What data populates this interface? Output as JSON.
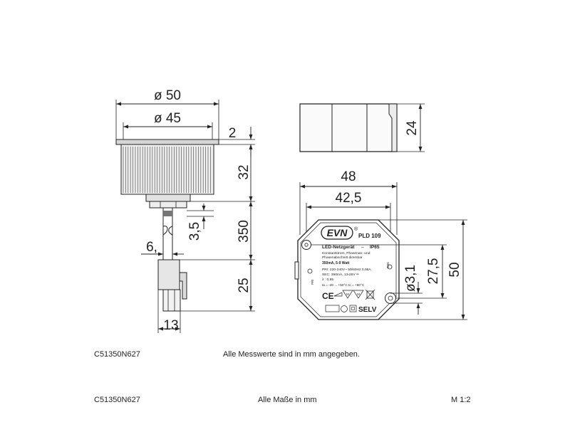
{
  "dimensions": {
    "dia_outer": "ø 50",
    "dia_inner": "ø 45",
    "flange": "2",
    "body_height": "32",
    "cable_gap": "3,5",
    "cable_length": "350",
    "cable_dia": "6,",
    "connector_length": "25",
    "connector_width": "13",
    "driver_height": "24",
    "driver_width": "48",
    "hole_spacing": "42,5",
    "driver_depth": "50",
    "hole_offset": "27,5",
    "hole_dia": "ø3,1"
  },
  "driver_label": {
    "logo": "EVN",
    "registered": "®",
    "model": "PLD 109",
    "type": "LED-Netzgerät",
    "dash": "–",
    "ip": "IP65",
    "desc1": "Konstantstrom, Phasenan- und",
    "desc2": "Phasenabschnitt dimmbar",
    "rating": "350mA, 5-9 Watt",
    "pri": "PRI: 220-240V~  50/60Hz 0,06A",
    "sec": "SEC: 350mA, 13-26V ═",
    "lambda": "λ : 0,85",
    "temp": "ta = -20 ... +50°C   tc = +80°C",
    "selv": "SELV",
    "ce": "CE",
    "sec_side": "SEC",
    "pri_side": "PRI"
  },
  "footer": {
    "code1": "C51350N627",
    "note1": "Alle Messwerte sind in mm angegeben.",
    "code2": "C51350N627",
    "note2": "Alle Maße in mm",
    "scale": "M 1:2"
  }
}
